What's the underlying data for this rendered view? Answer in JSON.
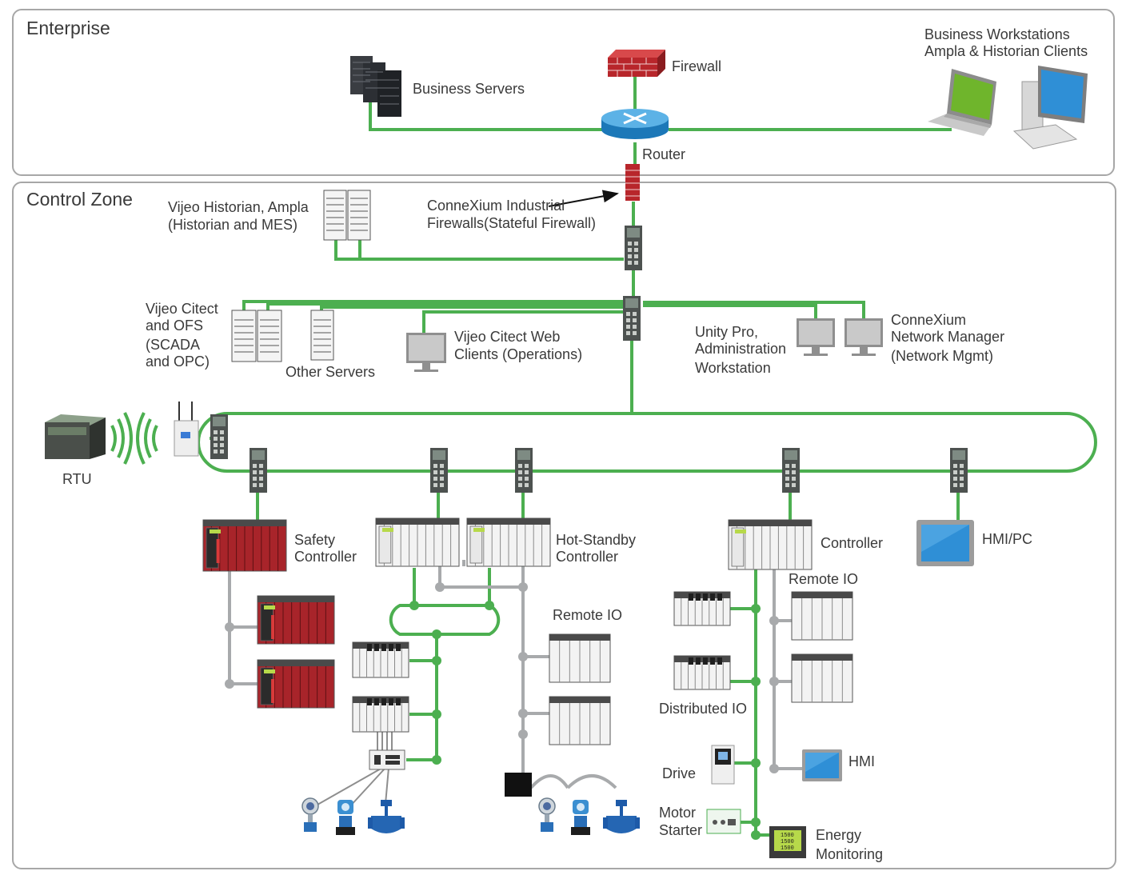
{
  "zones": {
    "enterprise": "Enterprise",
    "control": "Control Zone"
  },
  "labels": {
    "business_servers": "Business Servers",
    "firewall": "Firewall",
    "router": "Router",
    "business_workstations_1": "Business Workstations",
    "business_workstations_2": "Ampla & Historian Clients",
    "connexium_fw_1": "ConneXium Industrial",
    "connexium_fw_2": "Firewalls(Stateful Firewall)",
    "vijeo_historian_1": "Vijeo Historian, Ampla",
    "vijeo_historian_2": "(Historian and MES)",
    "vijeo_citect_1": "Vijeo Citect",
    "vijeo_citect_2": "and OFS",
    "vijeo_citect_3": "(SCADA",
    "vijeo_citect_4": "and OPC)",
    "other_servers": "Other Servers",
    "web_clients_1": "Vijeo Citect Web",
    "web_clients_2": "Clients (Operations)",
    "unity_1": "Unity Pro,",
    "unity_2": "Administration",
    "unity_3": "Workstation",
    "netmgr_1": "ConneXium",
    "netmgr_2": "Network Manager",
    "netmgr_3": "(Network Mgmt)",
    "rtu": "RTU",
    "safety_1": "Safety",
    "safety_2": "Controller",
    "hotstandby_1": "Hot-Standby",
    "hotstandby_2": "Controller",
    "controller": "Controller",
    "hmipc": "HMI/PC",
    "remote_io_a": "Remote IO",
    "remote_io_b": "Remote IO",
    "distributed_io": "Distributed IO",
    "drive": "Drive",
    "motor_1": "Motor",
    "motor_2": "Starter",
    "hmi": "HMI",
    "energy_1": "Energy",
    "energy_2": "Monitoring"
  },
  "colors": {
    "ethernet": "#4caf50",
    "fieldbus": "#a8aaac",
    "zone_border": "#a7a7a7",
    "firewall_red": "#b8262b",
    "safety_red": "#a8242a",
    "screen_blue": "#2f8fd6"
  }
}
